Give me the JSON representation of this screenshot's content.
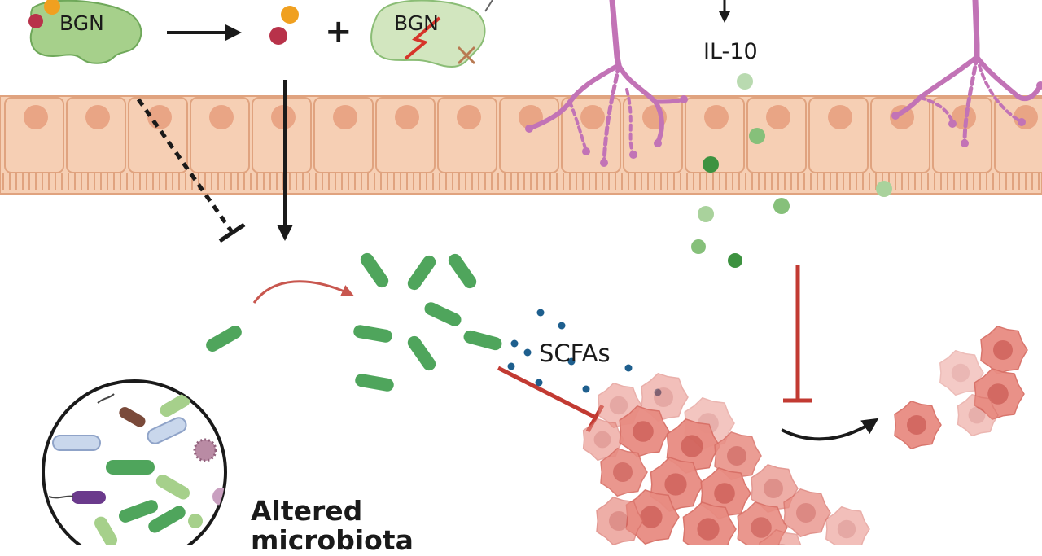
{
  "labels": {
    "bgn_left": "BGN",
    "bgn_right": "BGN",
    "plus": "+",
    "il10": "IL-10",
    "scfas": "SCFAs",
    "altered_microbiota": "Altered microbiota"
  },
  "colors": {
    "epithelium_fill": "#f6cfb4",
    "epithelium_stroke": "#e0a37f",
    "nucleus": "#e9a585",
    "bgn_green": "#a6d08b",
    "bacteria_green": "#4fa55c",
    "neuron_purple": "#c273b6",
    "tumor_pink": "#e88c82",
    "inhibition_red": "#c23a32",
    "scfa_blue": "#1e5f8e",
    "il10_green": "#3d9240"
  }
}
